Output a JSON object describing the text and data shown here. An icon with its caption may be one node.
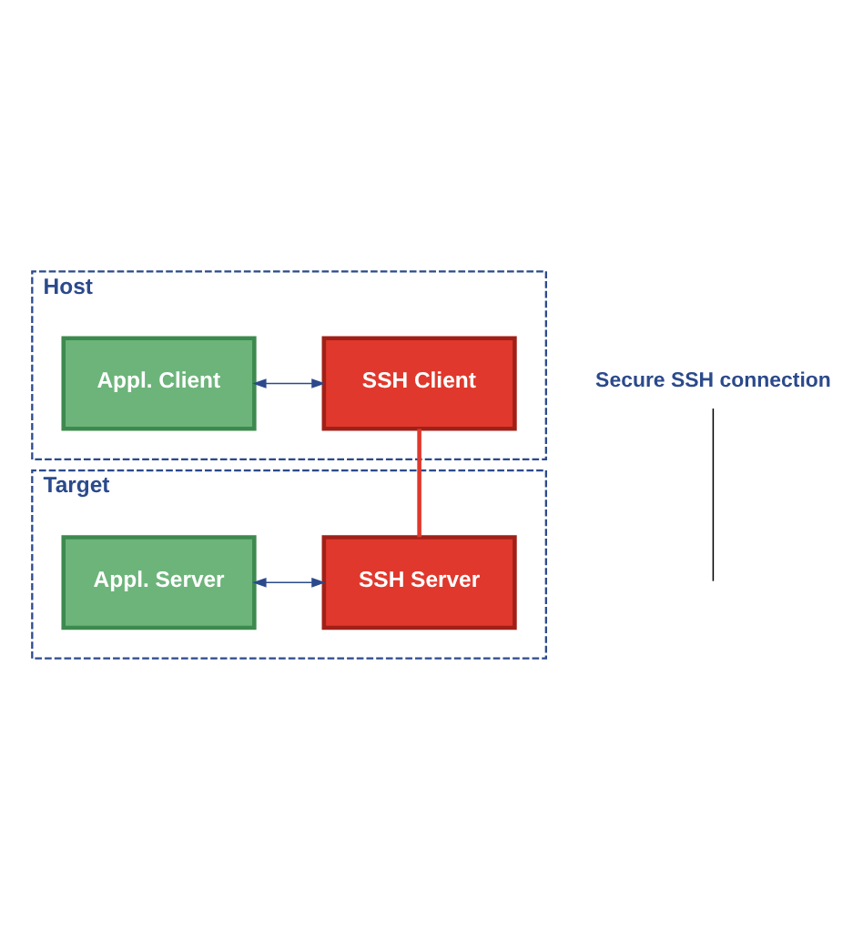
{
  "diagram": {
    "nodes": [
      {
        "text": [
          "Host"
        ]
      },
      {
        "text": [
          "Appl. Client"
        ],
        "in": 0
      },
      {
        "text": [
          "SSH Client"
        ],
        "in": 0
      },
      {
        "text": [
          "Target"
        ]
      },
      {
        "text": [
          "Appl. Server"
        ],
        "in": 3
      },
      {
        "text": [
          "SSH Server"
        ],
        "in": 3
      },
      {
        "text": [
          "Secure SSH connection"
        ]
      }
    ],
    "edges": [
      {
        "from": 1,
        "to": 2,
        "arrow": "both",
        "color": "#2b4a8c"
      },
      {
        "from": 2,
        "to": 5,
        "arrow": "none",
        "style": "thick",
        "color": "#e0382c"
      },
      {
        "from": 4,
        "to": 5,
        "arrow": "both",
        "color": "#2b4a8c"
      },
      {
        "from": 6,
        "to": null,
        "arrow": "none",
        "color": "#000000"
      }
    ]
  }
}
